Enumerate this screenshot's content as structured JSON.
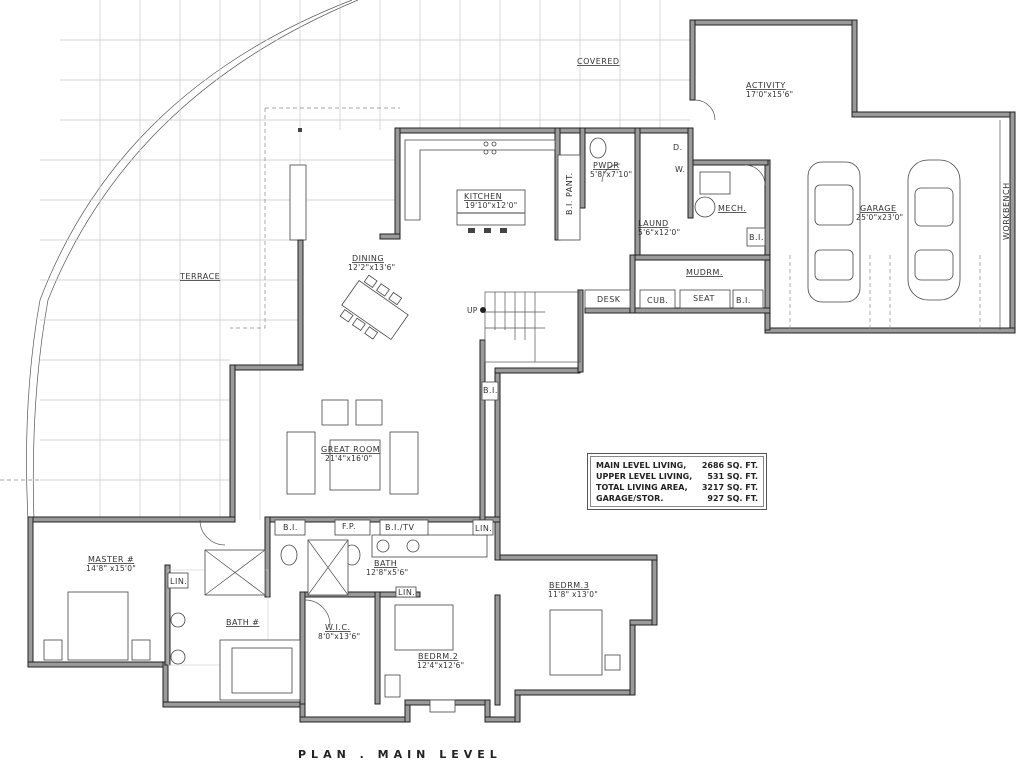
{
  "plan_title": "PLAN . MAIN LEVEL",
  "rooms": {
    "covered": {
      "name": "COVERED"
    },
    "terrace": {
      "name": "TERRACE"
    },
    "activity": {
      "name": "ACTIVITY",
      "size": "17'0\"x15'6\""
    },
    "garage": {
      "name": "GARAGE",
      "size": "25'0\"x23'0\""
    },
    "workbench": {
      "name": "WORKBENCH"
    },
    "kitchen": {
      "name": "KITCHEN",
      "size": "19'10\"x12'0\""
    },
    "bi_pant": {
      "name": "B.I. PANT."
    },
    "pwdr": {
      "name": "PWDR",
      "size": "5'8\"x7'10\""
    },
    "laund": {
      "name": "LAUND",
      "size": "5'6\"x12'0\""
    },
    "mech": {
      "name": "MECH."
    },
    "mudrm": {
      "name": "MUDRM."
    },
    "dining": {
      "name": "DINING",
      "size": "12'2\"x13'6\""
    },
    "great_room": {
      "name": "GREAT ROOM",
      "size": "21'4\"x16'0\""
    },
    "master": {
      "name": "MASTER #",
      "size": "14'8\" x15'0\""
    },
    "bath1": {
      "name": "BATH #"
    },
    "bath": {
      "name": "BATH",
      "size": "12'8\"x5'6\""
    },
    "wic": {
      "name": "W.I.C.",
      "size": "8'0\"x13'6\""
    },
    "bedrm2": {
      "name": "BEDRM.2",
      "size": "12'4\"x12'6\""
    },
    "bedrm3": {
      "name": "BEDRM.3",
      "size": "11'8\" x13'0\""
    }
  },
  "built_ins": {
    "desk": "DESK",
    "cub": "CUB.",
    "seat": "SEAT",
    "bi": "B.I.",
    "bi_tv": "B.I./TV",
    "fp": "F.P.",
    "lin": "LIN.",
    "d": "D.",
    "w": "W.",
    "up": "UP"
  },
  "area_summary": [
    {
      "label": "MAIN LEVEL LIVING,",
      "value": "2686  SQ. FT."
    },
    {
      "label": "UPPER LEVEL LIVING,",
      "value": "531 SQ. FT."
    },
    {
      "label": "TOTAL LIVING AREA,",
      "value": "3217 SQ. FT."
    },
    {
      "label": "GARAGE/STOR.",
      "value": "927 SQ. FT."
    }
  ]
}
